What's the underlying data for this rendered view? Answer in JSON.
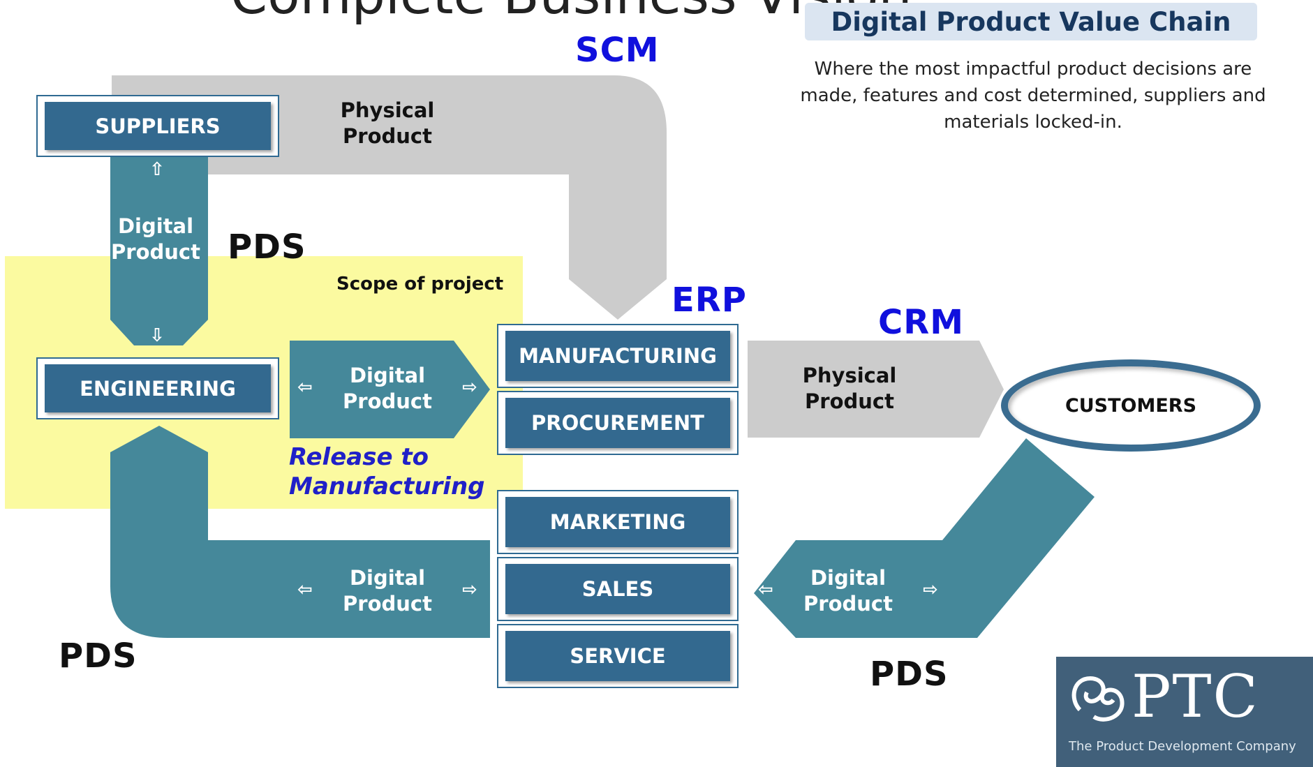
{
  "header": {
    "title_fragment": "Complete Business Vision",
    "panel_title": "Digital Product Value Chain",
    "panel_description": "Where the most impactful product decisions are made, features and cost determined, suppliers and materials locked-in."
  },
  "systems": {
    "scm": "SCM",
    "erp": "ERP",
    "crm": "CRM",
    "pds": "PDS"
  },
  "scope": {
    "label": "Scope of project",
    "release_label": "Release to Manufacturing"
  },
  "boxes": {
    "suppliers": "SUPPLIERS",
    "engineering": "ENGINEERING",
    "manufacturing": "MANUFACTURING",
    "procurement": "PROCUREMENT",
    "marketing": "MARKETING",
    "sales": "SALES",
    "service": "SERVICE",
    "customers": "CUSTOMERS"
  },
  "flows": {
    "physical_product": "Physical Product",
    "digital_product": "Digital Product"
  },
  "logo": {
    "name": "PTC",
    "tagline": "The Product Development Company"
  },
  "colors": {
    "teal": "#45889a",
    "navy_box": "#33698f",
    "gray_arrow": "#cccccc",
    "scope_yellow": "#fbfaa0",
    "system_blue": "#1010dd"
  }
}
